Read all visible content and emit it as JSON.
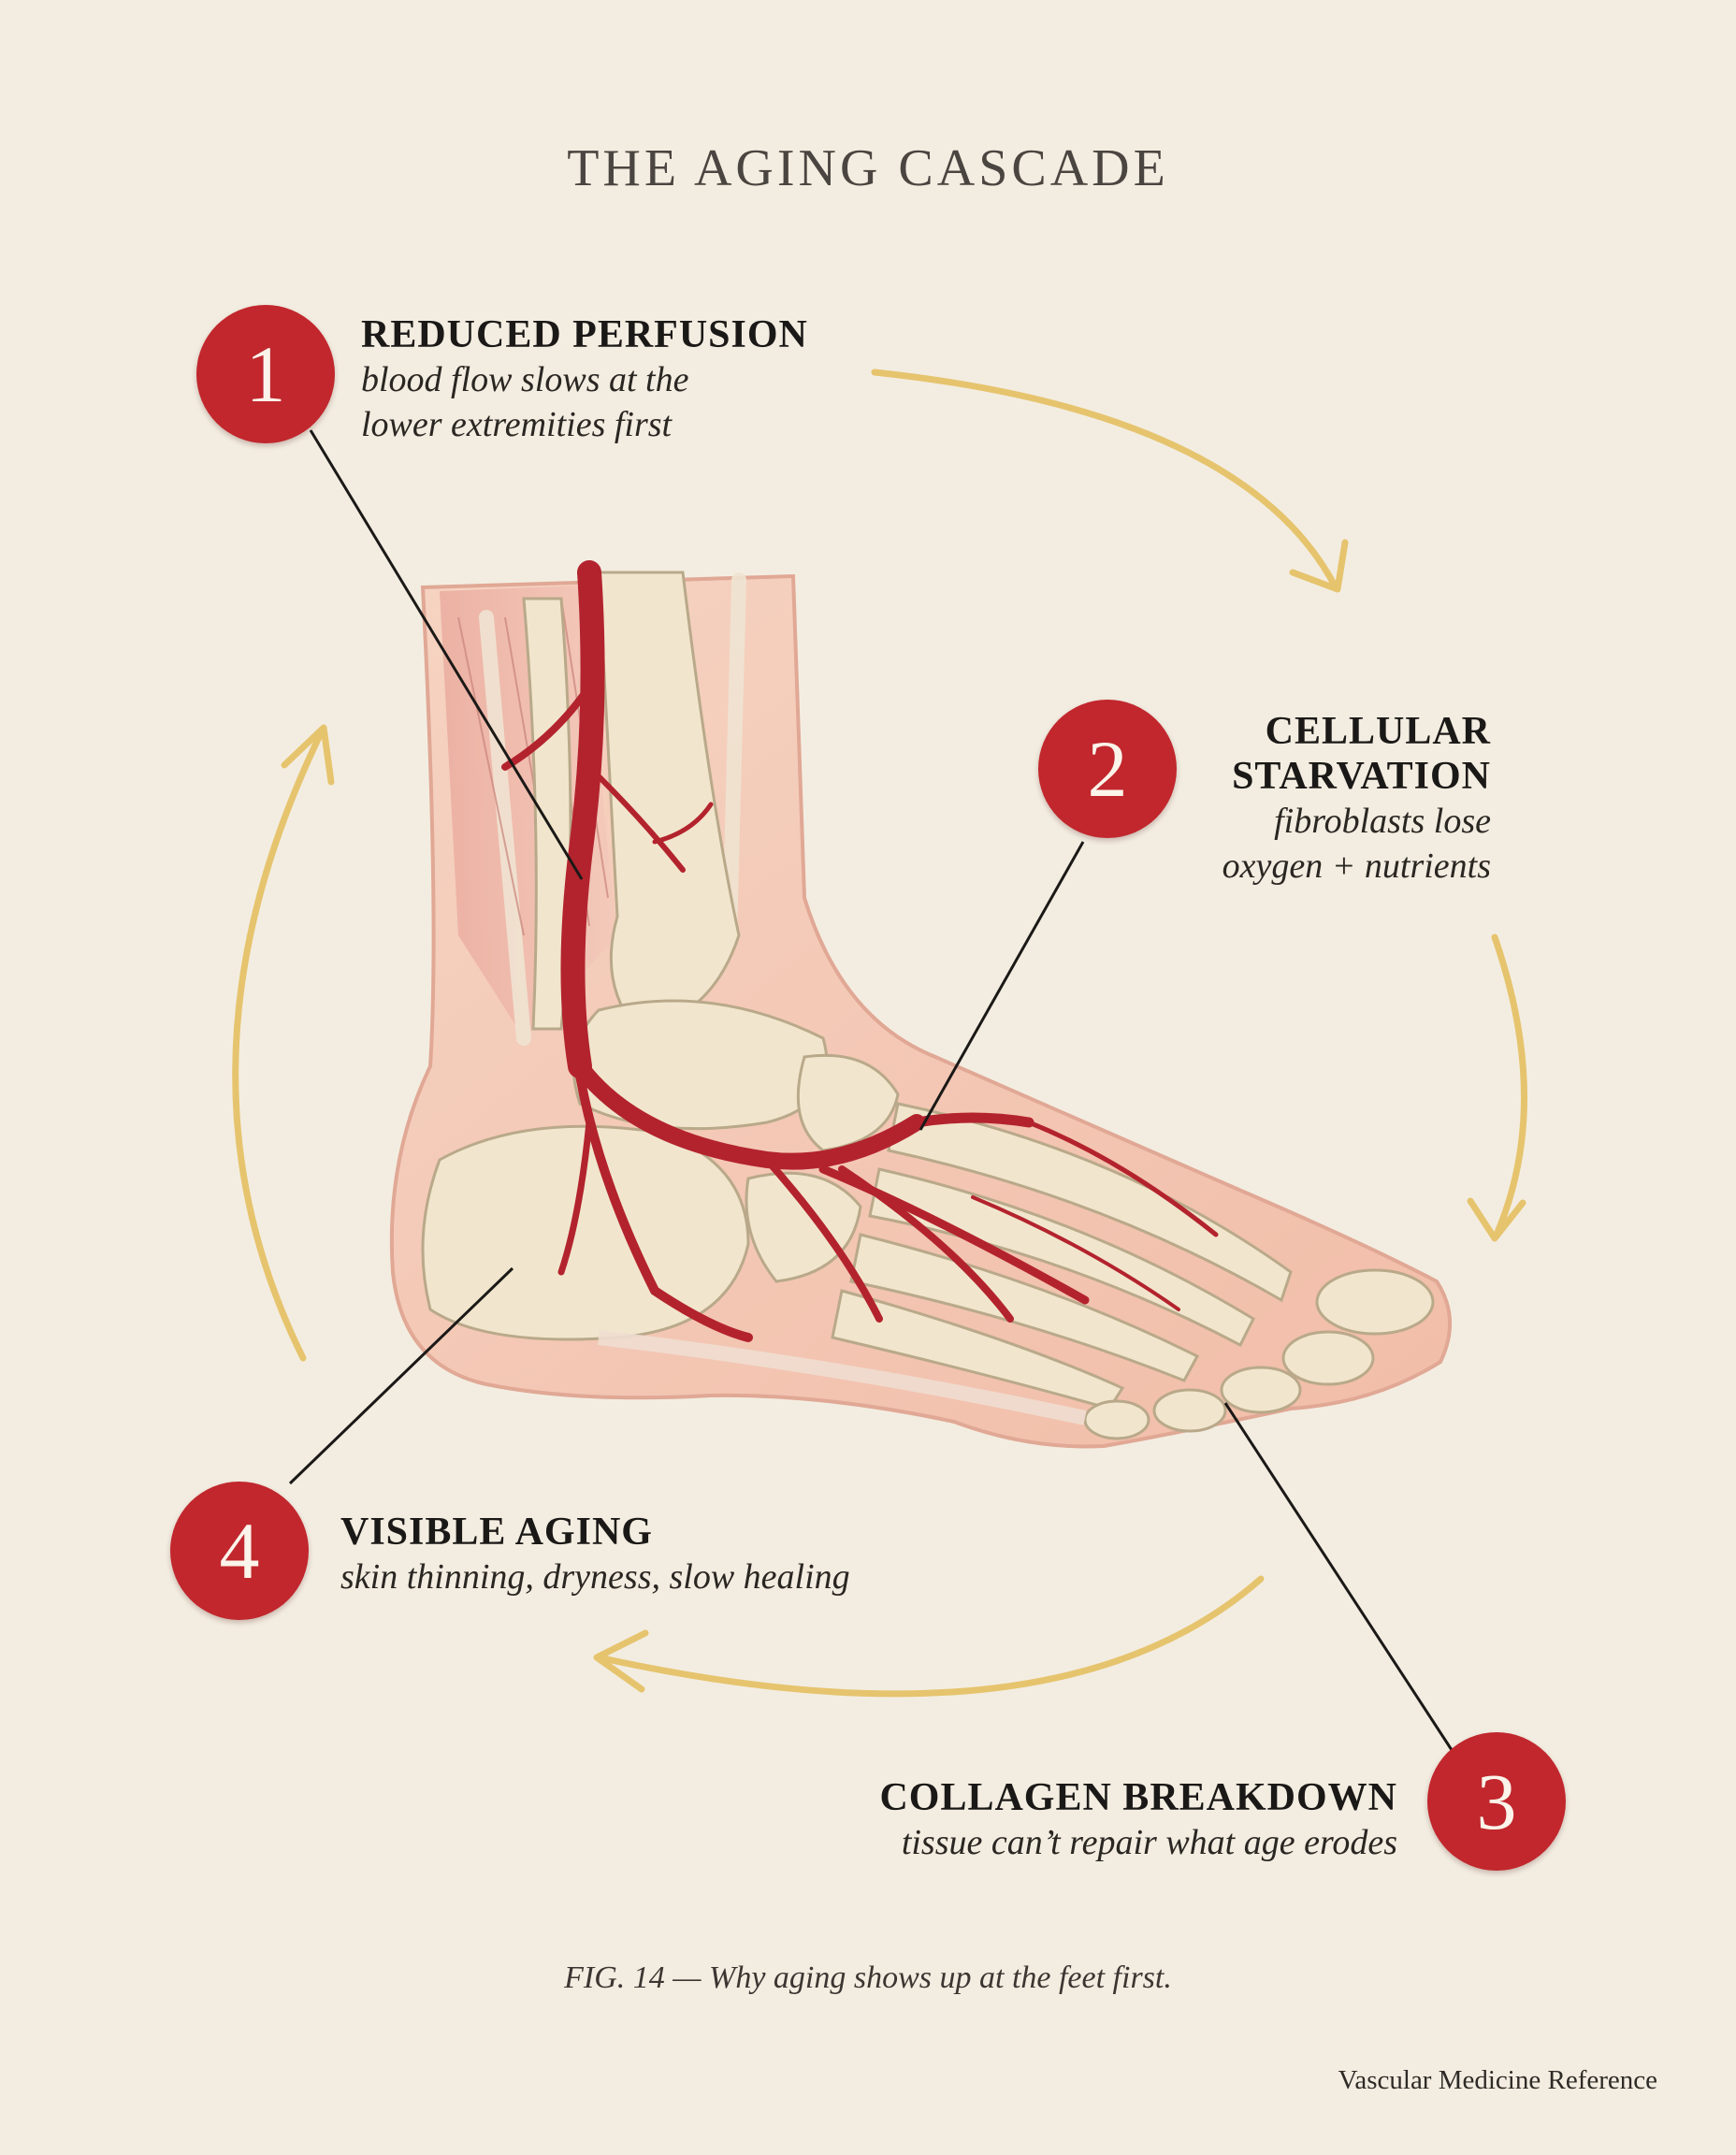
{
  "title": "THE AGING CASCADE",
  "steps": [
    {
      "number": "1",
      "title": "REDUCED PERFUSION",
      "desc_line1": "blood flow slows at the",
      "desc_line2": "lower extremities first"
    },
    {
      "number": "2",
      "title_line1": "CELLULAR",
      "title_line2": "STARVATION",
      "desc_line1": "fibroblasts lose",
      "desc_line2": "oxygen + nutrients"
    },
    {
      "number": "3",
      "title": "COLLAGEN BREAKDOWN",
      "desc": "tissue can’t repair what age erodes"
    },
    {
      "number": "4",
      "title": "VISIBLE AGING",
      "desc": "skin thinning, dryness, slow healing"
    }
  ],
  "caption": "FIG. 14 — Why aging shows up at the feet first.",
  "source": "Vascular Medicine Reference",
  "colors": {
    "background": "#f3ede1",
    "badge": "#c1272d",
    "arrow": "#e6c46e",
    "artery": "#b3232e",
    "skin": "#f4c6b3",
    "bone": "#f1e6cd",
    "leader_line": "#1b1917"
  }
}
